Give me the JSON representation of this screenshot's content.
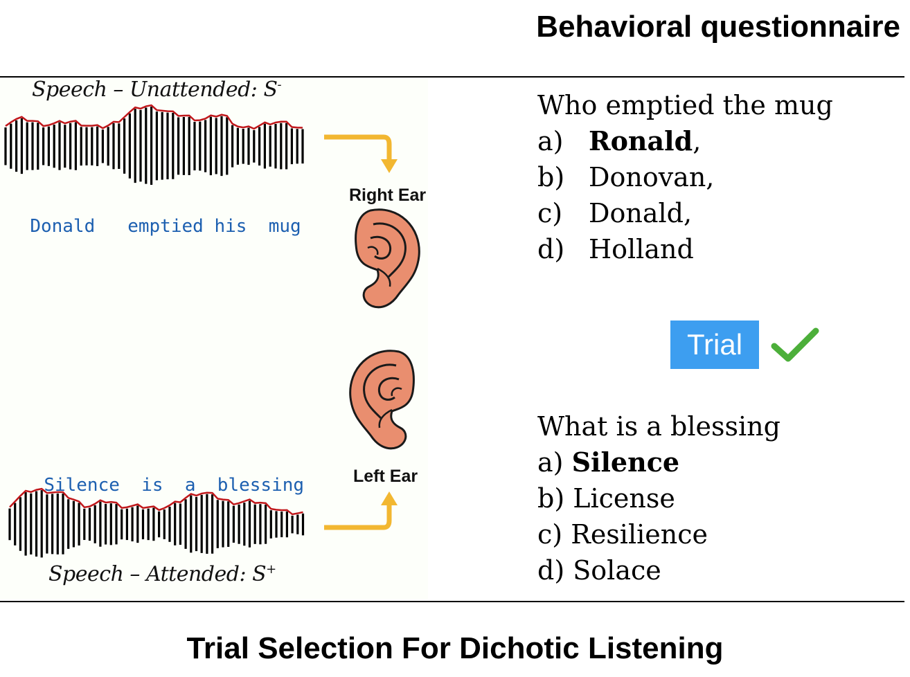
{
  "header": {
    "title": "Behavioral questionnaire"
  },
  "footer": {
    "title": "Trial Selection For Dichotic Listening"
  },
  "stimulus": {
    "unattended": {
      "label": "Speech – Unattended: S",
      "label_sup": "-",
      "words": [
        "Donald",
        "emptied",
        "his",
        "mug"
      ]
    },
    "attended": {
      "label": "Speech – Attended: S",
      "label_sup": "+",
      "words": [
        "Silence",
        "is",
        "a",
        "blessing"
      ]
    },
    "right_ear_label": "Right Ear",
    "left_ear_label": "Left Ear",
    "colors": {
      "waveform": "#000000",
      "envelope": "#c0171b",
      "arrow": "#f2b731",
      "ear": "#e98e6f"
    }
  },
  "questions": [
    {
      "prompt": "Who emptied the mug",
      "options": [
        {
          "letter": "a)",
          "text": "Ronald",
          "bold": true,
          "suffix": ","
        },
        {
          "letter": "b)",
          "text": "Donovan,",
          "bold": false,
          "suffix": ""
        },
        {
          "letter": "c)",
          "text": "Donald,",
          "bold": false,
          "suffix": ""
        },
        {
          "letter": "d)",
          "text": "Holland",
          "bold": false,
          "suffix": ""
        }
      ]
    },
    {
      "prompt": "What is a blessing",
      "options": [
        {
          "letter": "a)",
          "text": "Silence",
          "bold": true,
          "suffix": ""
        },
        {
          "letter": "b)",
          "text": "License",
          "bold": false,
          "suffix": ""
        },
        {
          "letter": "c)",
          "text": "Resilience",
          "bold": false,
          "suffix": ""
        },
        {
          "letter": "d)",
          "text": "Solace",
          "bold": false,
          "suffix": ""
        }
      ]
    }
  ],
  "trial": {
    "label": "Trial",
    "badge_color": "#3d9ef0",
    "check_color": "#4caf3a",
    "check_icon": "checkmark-icon"
  }
}
